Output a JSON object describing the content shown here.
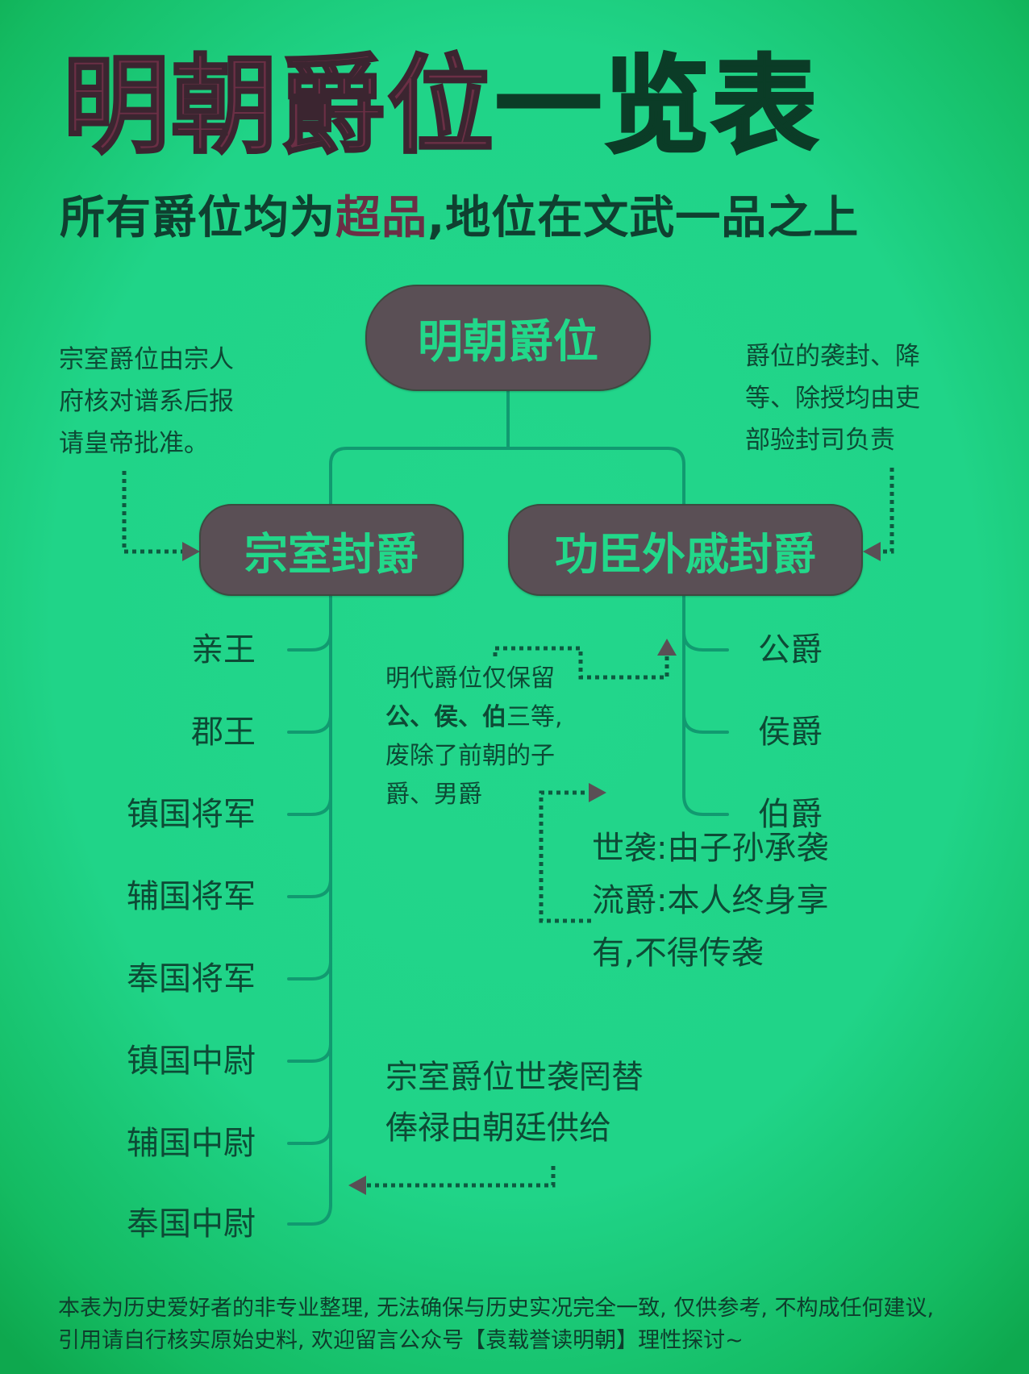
{
  "header": {
    "title_part1": "明朝爵位",
    "title_part2": "一览表",
    "subtitle_part1": "所有爵位均为",
    "subtitle_highlight": "超品",
    "subtitle_part2": ",地位在文武一品之上"
  },
  "diagram": {
    "root": "明朝爵位",
    "left_branch": {
      "label": "宗室封爵",
      "items": [
        "亲王",
        "郡王",
        "镇国将军",
        "辅国将军",
        "奉国将军",
        "镇国中尉",
        "辅国中尉",
        "奉国中尉"
      ]
    },
    "right_branch": {
      "label": "功臣外戚封爵",
      "items": [
        "公爵",
        "侯爵",
        "伯爵"
      ]
    },
    "notes": {
      "left_top": [
        "宗室爵位由宗人",
        "府核对谱系后报",
        "请皇帝批准。"
      ],
      "right_top": [
        "爵位的袭封、降",
        "等、除授均由吏",
        "部验封司负责"
      ],
      "middle": {
        "line1": "明代爵位仅保留",
        "line2_bold": "公、侯、伯",
        "line2_rest": "三等,",
        "line3": "废除了前朝的子",
        "line4": "爵、男爵"
      },
      "hereditary": [
        "世袭:由子孙承袭",
        "流爵:本人终身享",
        "有,不得传袭"
      ],
      "bottom": [
        "宗室爵位世袭罔替",
        "俸禄由朝廷供给"
      ]
    }
  },
  "footer": {
    "disclaimer": "本表为历史爱好者的非专业整理, 无法确保与历史实况完全一致, 仅供参考, 不构成任何建议, 引用请自行核实原始史料, 欢迎留言公众号【袁载誉读明朝】理性探讨~"
  },
  "colors": {
    "background": "#20d488",
    "node_fill": "#5a4f55",
    "node_text": "#22d88a",
    "title_maroon": "#6b2f45",
    "title_dark_green": "#0b3c27",
    "connector": "#119a70",
    "text": "#0d4a35"
  }
}
